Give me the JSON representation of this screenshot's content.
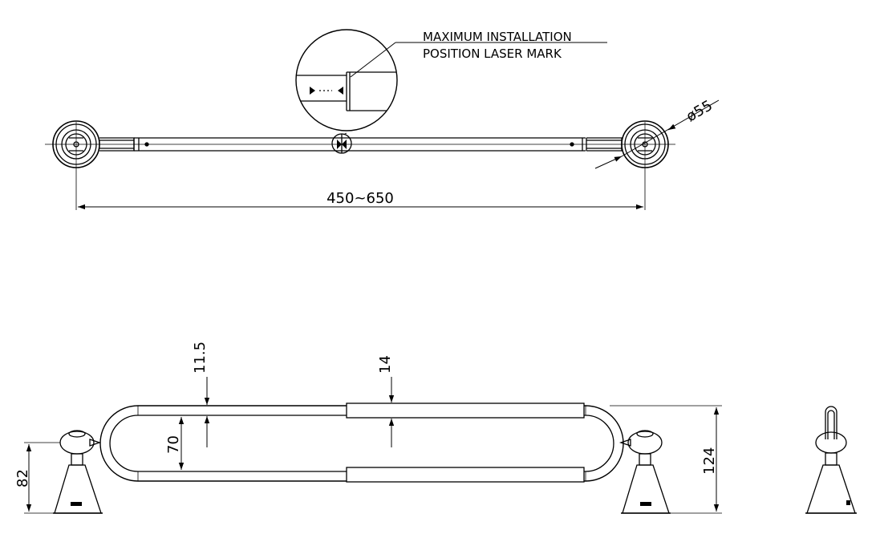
{
  "callout": {
    "line1": "MAXIMUM INSTALLATION",
    "line2": "POSITION LASER MARK"
  },
  "dimensions": {
    "diameter": "ø55",
    "length_range": "450~650",
    "tube_gap_top": "11.5",
    "tube_gap_mid": "14",
    "inner_height": "70",
    "mount_height": "82",
    "overall_height": "124"
  },
  "colors": {
    "line": "#000000",
    "background": "#ffffff"
  }
}
